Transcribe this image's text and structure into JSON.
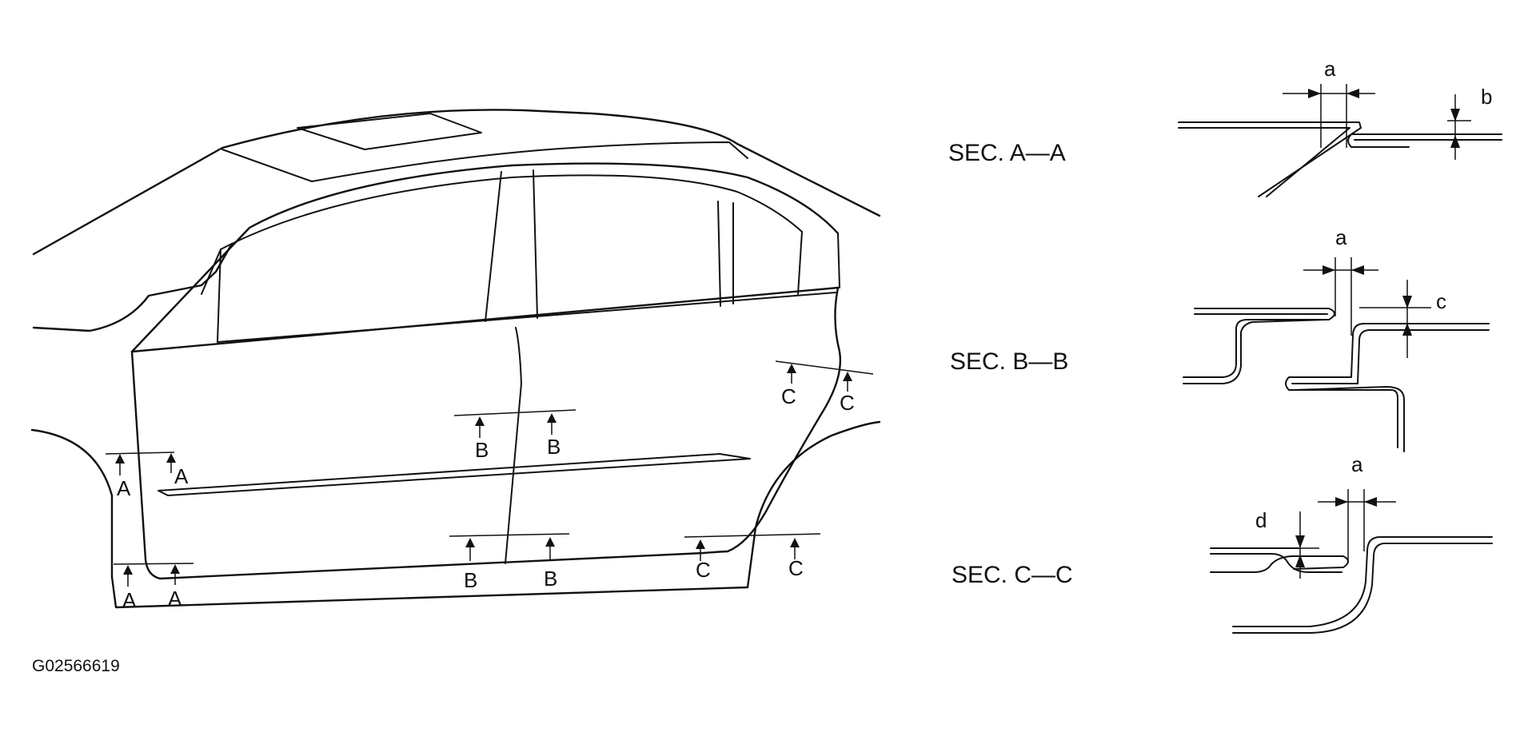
{
  "figure_code": "G02566619",
  "section_titles": {
    "a": "SEC. A—A",
    "b": "SEC. B—B",
    "c": "SEC. C—C"
  },
  "cut_marks": {
    "a": "A",
    "b": "B",
    "c": "C"
  },
  "dimension_labels": {
    "a": "a",
    "b": "b",
    "c": "c",
    "d": "d"
  },
  "colors": {
    "line": "#111111",
    "background": "#ffffff"
  }
}
